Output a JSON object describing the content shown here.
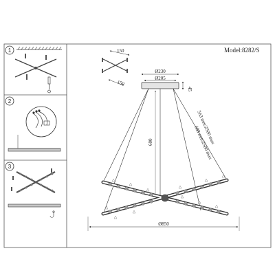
{
  "model": {
    "label": "Model:",
    "value": "8282/S"
  },
  "steps": [
    {
      "number": "1"
    },
    {
      "number": "2"
    },
    {
      "number": "3"
    }
  ],
  "top_view": {
    "dim_a": "150",
    "dim_b": "150"
  },
  "canopy": {
    "outer_diameter": "Ø230",
    "inner_diameter": "Ø205",
    "height": "45"
  },
  "dimensions": {
    "drop": "600",
    "cable_outer": "563 mm/2500 max",
    "cable_inner": "688 mm/2500 max",
    "width": "Ø850"
  }
}
